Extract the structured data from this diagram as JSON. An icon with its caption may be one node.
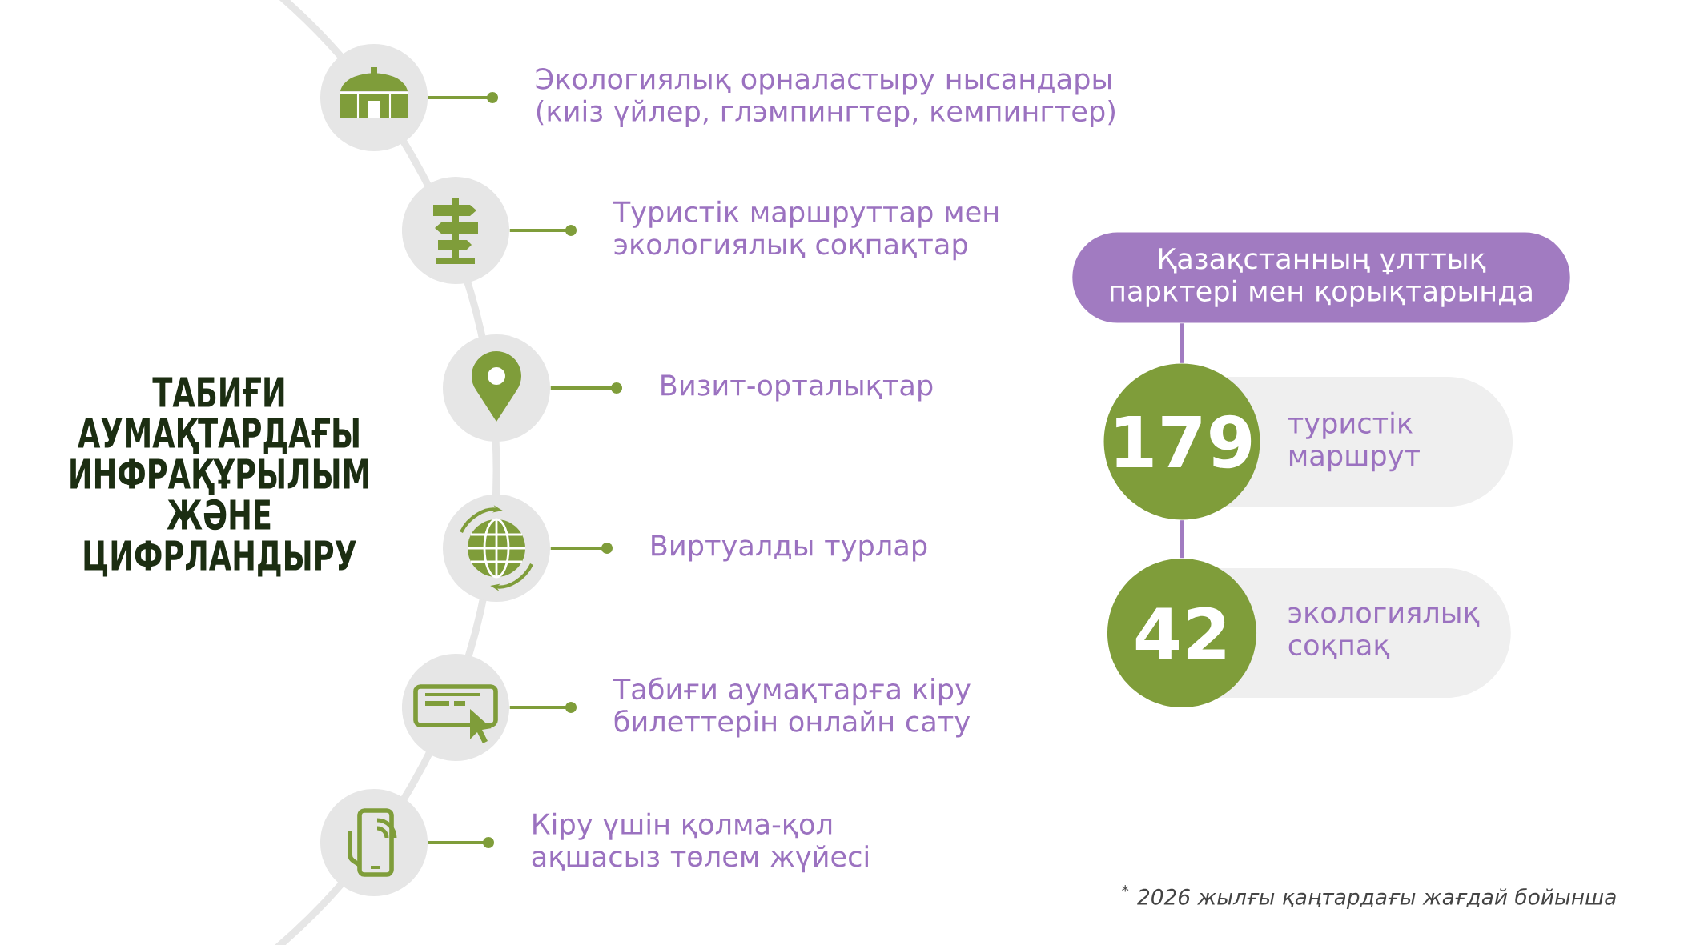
{
  "diagram": {
    "title": "ТАБИҒИ АУМАҚТАРДАҒЫ ИНФРАҚҰРЫЛЫМ ЖӘНЕ ЦИФРЛАНДЫРУ",
    "nodes": [
      {
        "text": [],
        "shape": "circle"
      },
      {
        "text": [
          "Экологиялық орналастыру нысандары (киіз үйлер, глэмпингтер, кемпингтер)"
        ]
      },
      {
        "text": [],
        "shape": "circle"
      },
      {
        "text": [
          "Туристік маршруттар мен экологиялық соқпақтар"
        ]
      },
      {
        "text": [],
        "shape": "circle"
      },
      {
        "text": [
          "Визит-орталықтар"
        ]
      },
      {
        "text": [],
        "shape": "circle"
      },
      {
        "text": [
          "Виртуалды турлар"
        ]
      },
      {
        "text": [],
        "shape": "circle"
      },
      {
        "text": [
          "Табиғи аумақтарға кіру билеттерін онлайн сату"
        ]
      },
      {
        "text": [],
        "shape": "circle"
      },
      {
        "text": [
          "Кіру үшін қолма-қол ақшасыз төлем жүйесі"
        ]
      },
      {
        "text": [
          "Қазақстанның ұлттық парктері мен қорықтарында"
        ]
      },
      {
        "text": [
          "179"
        ]
      },
      {
        "text": [
          "туристік маршрут"
        ]
      },
      {
        "text": [
          "42"
        ]
      },
      {
        "text": [
          "экологиялық соқпақ"
        ]
      }
    ],
    "edges": [
      {
        "from": 0,
        "to": 1,
        "arrow": "other"
      },
      {
        "from": 2,
        "to": 3,
        "arrow": "other"
      },
      {
        "from": 4,
        "to": 5,
        "arrow": "other"
      },
      {
        "from": 6,
        "to": 7,
        "arrow": "other"
      },
      {
        "from": 8,
        "to": 9,
        "arrow": "other"
      },
      {
        "from": 10,
        "to": 11,
        "arrow": "other"
      },
      {
        "from": 12,
        "to": 13,
        "arrow": "none",
        "color": "#a17bc1"
      },
      {
        "from": 13,
        "to": 15,
        "arrow": "none",
        "color": "#a17bc1"
      }
    ],
    "labels": [
      "$^{*}$ 2026 жылғы қаңтардағы жағдай бойынша"
    ]
  }
}
